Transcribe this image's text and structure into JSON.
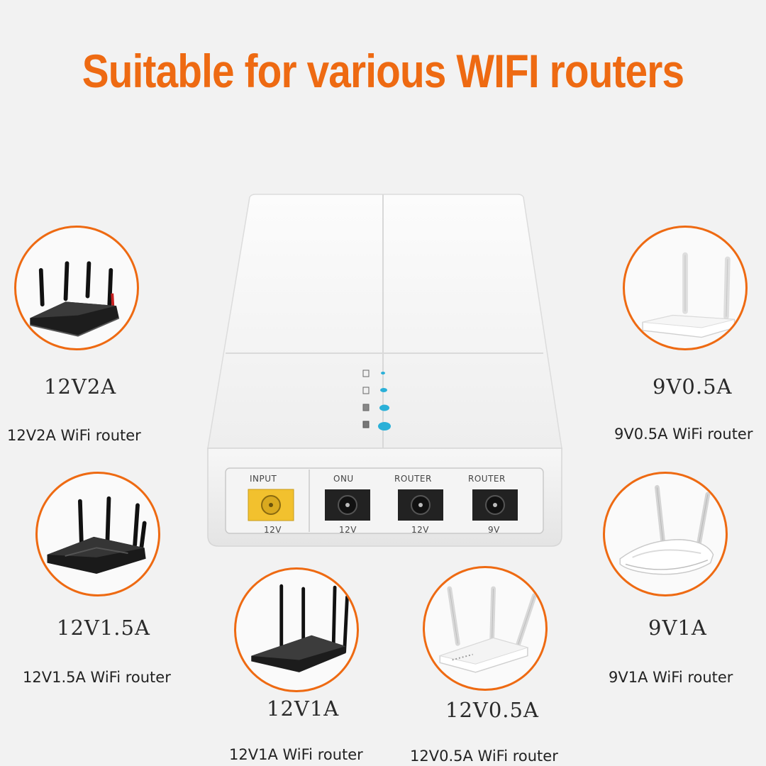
{
  "title": "Suitable for various WIFI routers",
  "colors": {
    "accent": "#ee6a12",
    "led": "#2ab0d8",
    "input_port": "#f2c12e"
  },
  "device": {
    "ports": [
      {
        "name": "INPUT",
        "voltage": "12V"
      },
      {
        "name": "ONU",
        "voltage": "12V"
      },
      {
        "name": "ROUTER",
        "voltage": "12V"
      },
      {
        "name": "ROUTER",
        "voltage": "9V"
      }
    ]
  },
  "routers": [
    {
      "spec": "12V2A",
      "desc": "12V2A WiFi router",
      "icon": "black-4-antenna-router-icon"
    },
    {
      "spec": "12V1.5A",
      "desc": "12V1.5A WiFi router",
      "icon": "black-4-antenna-router-icon"
    },
    {
      "spec": "12V1A",
      "desc": "12V1A WiFi router",
      "icon": "black-4-antenna-router-icon"
    },
    {
      "spec": "12V0.5A",
      "desc": "12V0.5A WiFi router",
      "icon": "white-3-antenna-router-icon"
    },
    {
      "spec": "9V0.5A",
      "desc": "9V0.5A WiFi router",
      "icon": "white-2-antenna-router-icon"
    },
    {
      "spec": "9V1A",
      "desc": "9V1A WiFi router",
      "icon": "white-2-antenna-router-icon"
    }
  ]
}
